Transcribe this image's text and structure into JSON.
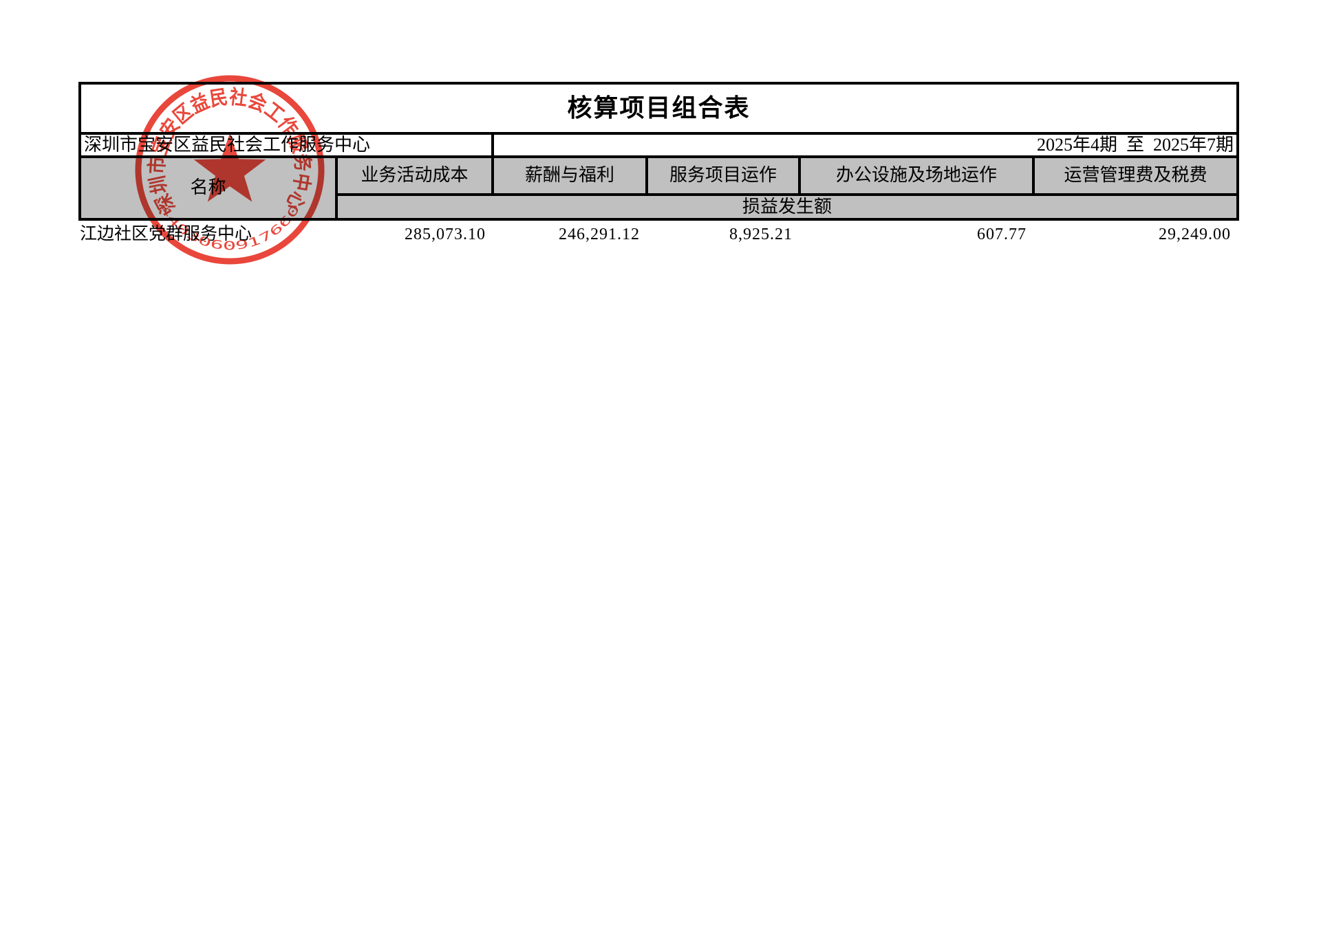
{
  "title": "核算项目组合表",
  "meta": {
    "company": "深圳市宝安区益民社会工作服务中心",
    "period": "2025年4期  至  2025年7期"
  },
  "header": {
    "name_label": "名称",
    "columns": [
      "业务活动成本",
      "薪酬与福利",
      "服务项目运作",
      "办公设施及场地运作",
      "运营管理费及税费"
    ],
    "subheader": "损益发生额"
  },
  "rows": [
    {
      "name": "江边社区党群服务中心",
      "values": [
        "285,073.10",
        "246,291.12",
        "8,925.21",
        "607.77",
        "29,249.00"
      ]
    }
  ],
  "stamp": {
    "arc_text": "深圳市宝安区益民社会工作服务中心",
    "code": "4403060917660",
    "color": "#e8372a"
  },
  "colors": {
    "header_bg": "#c0c0c0",
    "border": "#000000",
    "stamp_red": "#e8372a"
  }
}
